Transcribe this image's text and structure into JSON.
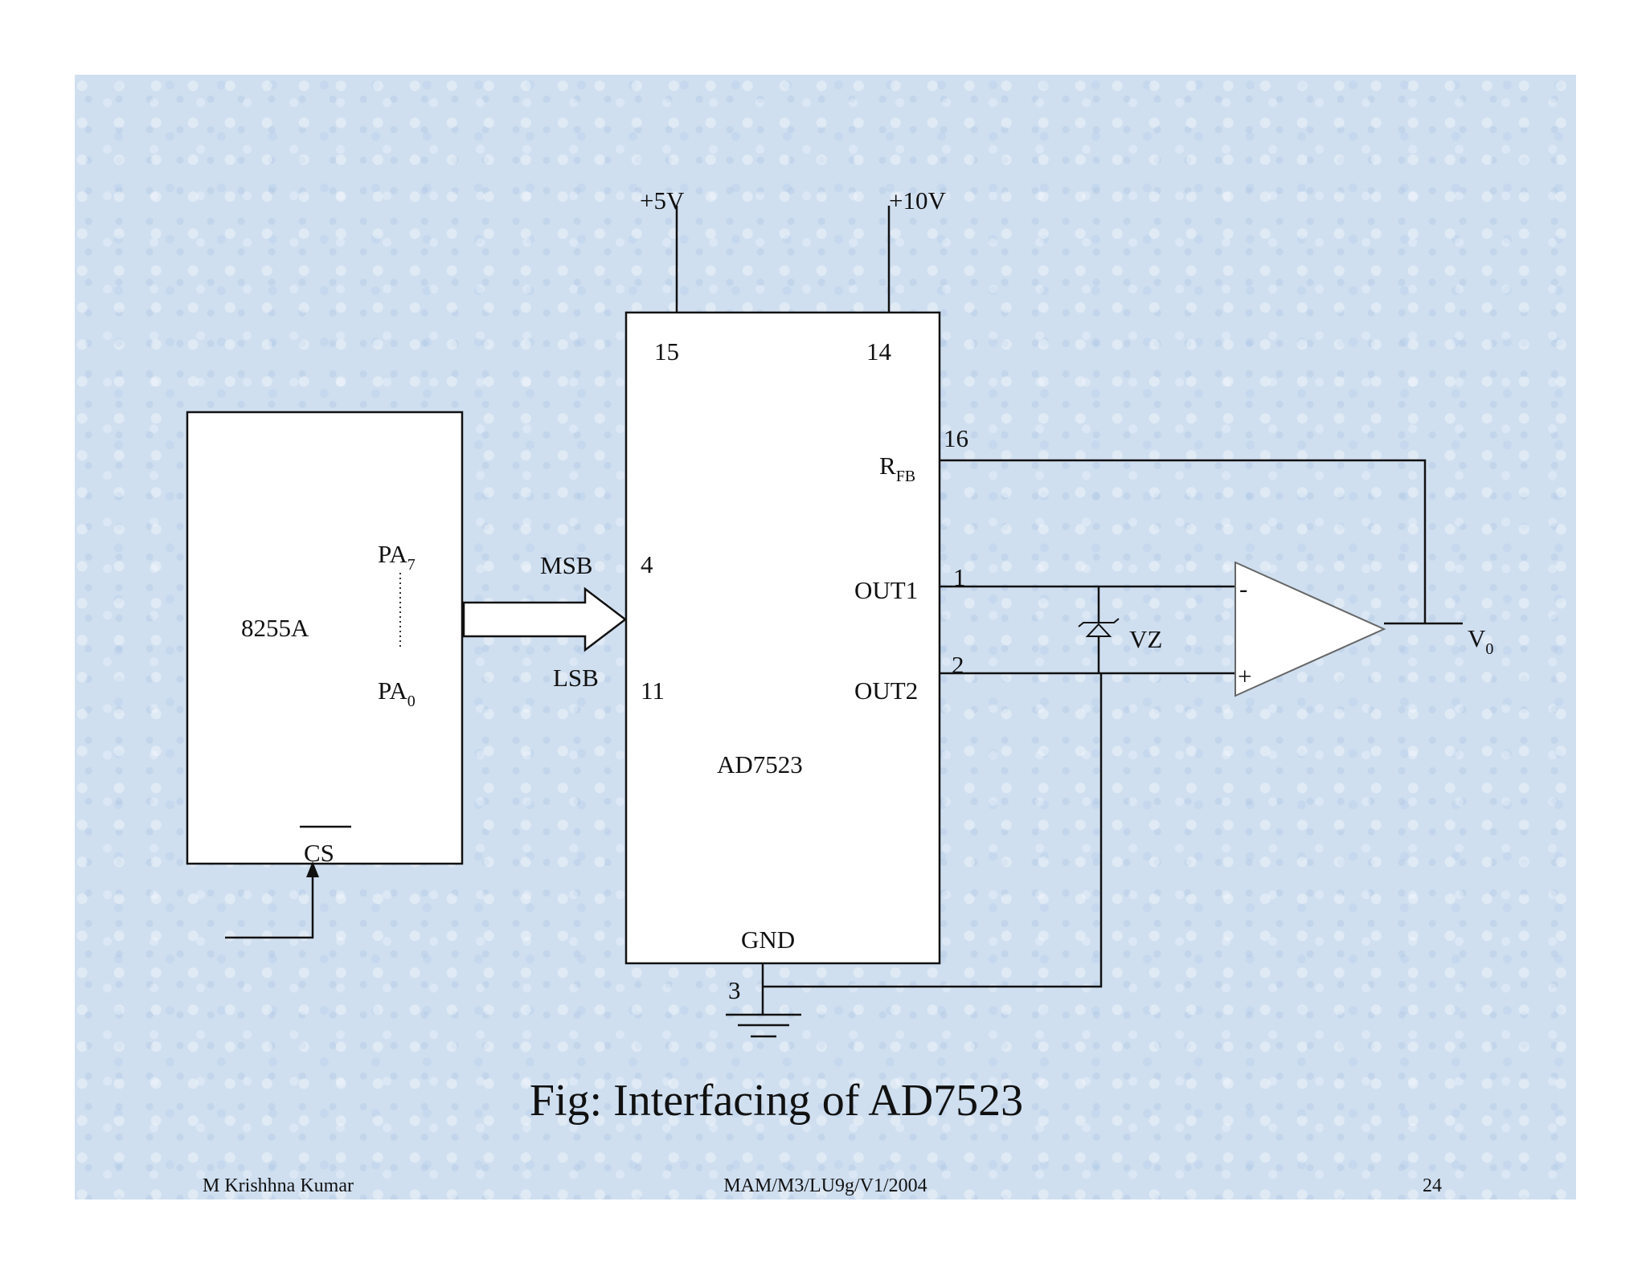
{
  "schematic": {
    "supply_5v": "+5V",
    "supply_10v": "+10V",
    "ppi_name": "8255A",
    "pa7_label": "PA",
    "pa7_sub": "7",
    "pa0_label": "PA",
    "pa0_sub": "0",
    "cs_label": "CS",
    "msb_label": "MSB",
    "lsb_label": "LSB",
    "dac_name": "AD7523",
    "pin15": "15",
    "pin14": "14",
    "pin16": "16",
    "pin4": "4",
    "pin11": "11",
    "pin1": "1",
    "pin2": "2",
    "pin3": "3",
    "rfb_label": "R",
    "rfb_sub": "FB",
    "out1_label": "OUT1",
    "out2_label": "OUT2",
    "gnd_label": "GND",
    "zener_label": "VZ",
    "opamp_minus": "-",
    "opamp_plus": "+",
    "vout_label": "V",
    "vout_sub": "0"
  },
  "caption": "Fig: Interfacing of AD7523",
  "footer": {
    "author": "M Krishhna Kumar",
    "code": "MAM/M3/LU9g/V1/2004",
    "page": "24"
  }
}
